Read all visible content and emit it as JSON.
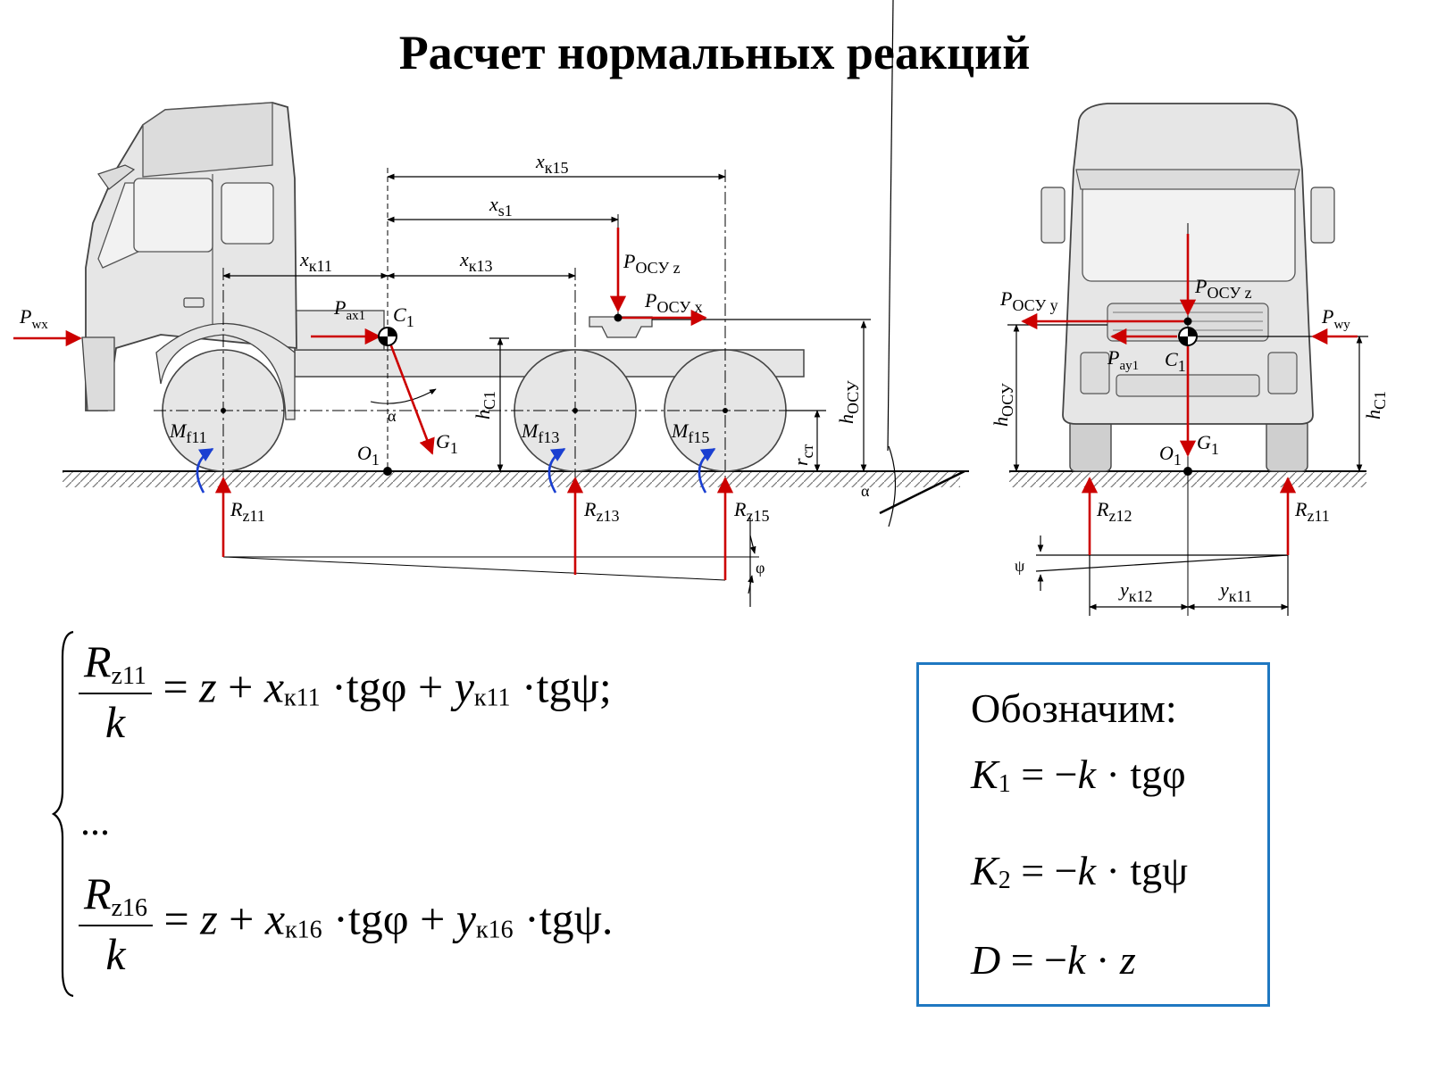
{
  "title": "Расчет нормальных реакций",
  "side_view": {
    "labels": {
      "pwx": "P",
      "pwx_sub": "wx",
      "xk15": "x",
      "xk15_sub": "к15",
      "xs1": "x",
      "xs1_sub": "s1",
      "xk11": "x",
      "xk11_sub": "к11",
      "xk13": "x",
      "xk13_sub": "к13",
      "posu_z": "P",
      "posu_z_sub": "ОСУ z",
      "posu_x": "P",
      "posu_x_sub": "ОСУ x",
      "pax1": "P",
      "pax1_sub": "ax1",
      "c1": "C",
      "c1_sub": "1",
      "hc1": "h",
      "hc1_sub": "C1",
      "hosu": "h",
      "hosu_sub": "ОСУ",
      "rst": "r",
      "rst_sub": "ст",
      "alpha": "α",
      "g1": "G",
      "g1_sub": "1",
      "o1": "O",
      "o1_sub": "1",
      "mf11": "M",
      "mf11_sub": "f11",
      "mf13": "M",
      "mf13_sub": "f13",
      "mf15": "M",
      "mf15_sub": "f15",
      "rz11": "R",
      "rz11_sub": "z11",
      "rz13": "R",
      "rz13_sub": "z13",
      "rz15": "R",
      "rz15_sub": "z15",
      "phi": "φ"
    }
  },
  "front_view": {
    "labels": {
      "posu_y": "P",
      "posu_y_sub": "ОСУ y",
      "posu_z": "P",
      "posu_z_sub": "ОСУ z",
      "pwy": "P",
      "pwy_sub": "wy",
      "pay1": "P",
      "pay1_sub": "ay1",
      "c1": "C",
      "c1_sub": "1",
      "hosu": "h",
      "hosu_sub": "ОСУ",
      "hc1": "h",
      "hc1_sub": "C1",
      "o1": "O",
      "o1_sub": "1",
      "g1": "G",
      "g1_sub": "1",
      "rz12": "R",
      "rz12_sub": "z12",
      "rz11": "R",
      "rz11_sub": "z11",
      "psi": "ψ",
      "yk12": "y",
      "yk12_sub": "к12",
      "yk11": "y",
      "yk11_sub": "к11"
    }
  },
  "equations": {
    "eq1": {
      "num_var": "R",
      "num_sub": "z11",
      "den": "k",
      "eq": "= ",
      "z": "z",
      "plus1": " + ",
      "x": "x",
      "x_sub": "к11",
      "tg1": " ·tgφ + ",
      "y": "y",
      "y_sub": "к11",
      "tg2": " ·tgψ;"
    },
    "dots": "...",
    "eq2": {
      "num_var": "R",
      "num_sub": "z16",
      "den": "k",
      "eq": "= ",
      "z": "z",
      "plus1": " + ",
      "x": "x",
      "x_sub": "к16",
      "tg1": " ·tgφ + ",
      "y": "y",
      "y_sub": "к16",
      "tg2": " ·tgψ."
    }
  },
  "note": {
    "heading": "Обозначим:",
    "k1": {
      "var": "K",
      "sub": "1",
      "rhs_a": " = −",
      "k": "k",
      "rhs_b": " · tgφ"
    },
    "k2": {
      "var": "K",
      "sub": "2",
      "rhs_a": " = −",
      "k": "k",
      "rhs_b": " · tgψ"
    },
    "d": {
      "var": "D",
      "rhs_a": " = −",
      "k": "k",
      "rhs_b": " · ",
      "z": "z"
    }
  },
  "colors": {
    "force_arrow": "#cc0000",
    "moment_arrow": "#1a3fd1",
    "note_border": "#1f78c1",
    "vehicle_fill": "#e6e6e6",
    "vehicle_stroke": "#444444"
  }
}
